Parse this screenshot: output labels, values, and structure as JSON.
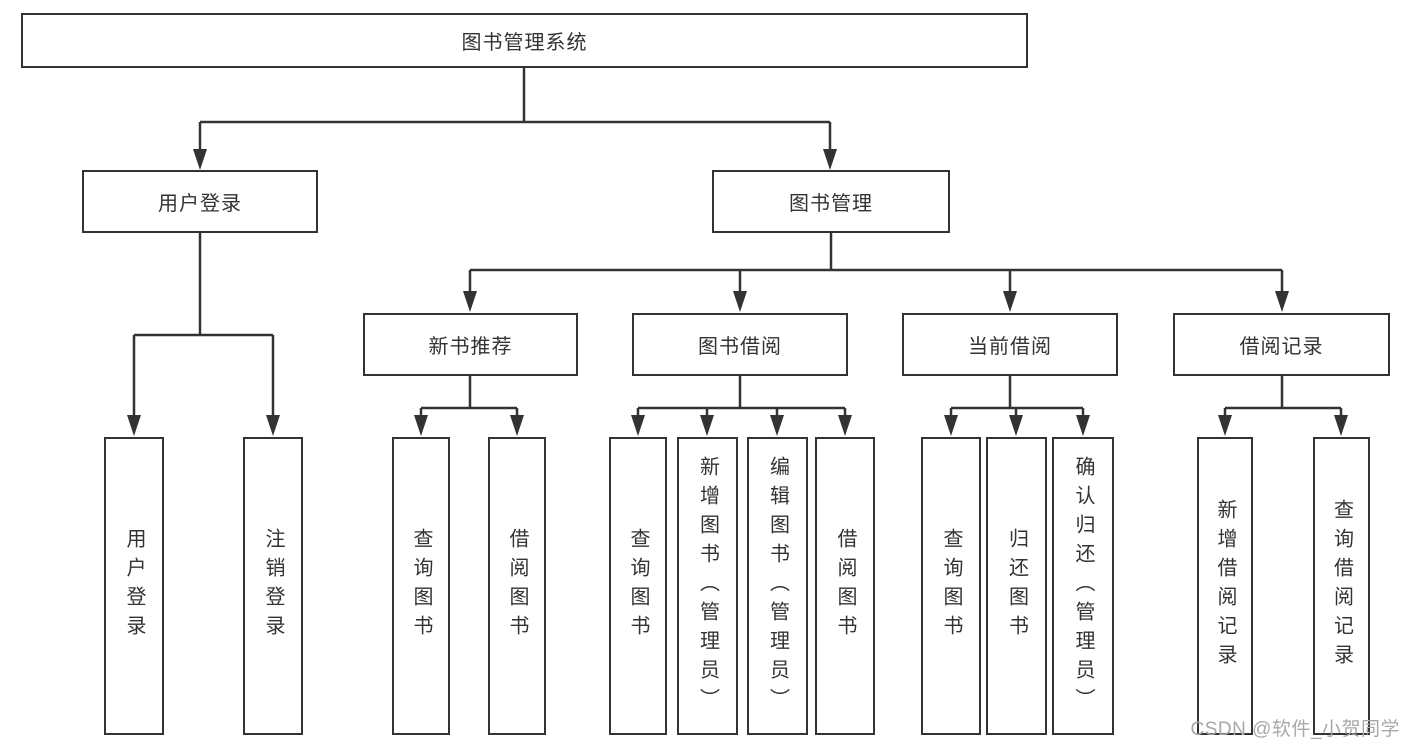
{
  "colors": {
    "line": "#333333",
    "text": "#333333",
    "box_background": "#ffffff",
    "page_background": "#ffffff",
    "watermark": "#a8a8a8"
  },
  "watermark": {
    "text": "CSDN @软件_小贺同学"
  },
  "tree": {
    "root": {
      "label": "图书管理系统"
    },
    "children": [
      {
        "label": "用户登录",
        "children": [
          {
            "label": "用户登录"
          },
          {
            "label": "注销登录"
          }
        ]
      },
      {
        "label": "图书管理",
        "children": [
          {
            "label": "新书推荐",
            "children": [
              {
                "label": "查询图书"
              },
              {
                "label": "借阅图书"
              }
            ]
          },
          {
            "label": "图书借阅",
            "children": [
              {
                "label": "查询图书"
              },
              {
                "label": "新增图书（管理员）"
              },
              {
                "label": "编辑图书（管理员）"
              },
              {
                "label": "借阅图书"
              }
            ]
          },
          {
            "label": "当前借阅",
            "children": [
              {
                "label": "查询图书"
              },
              {
                "label": "归还图书"
              },
              {
                "label": "确认归还（管理员）"
              }
            ]
          },
          {
            "label": "借阅记录",
            "children": [
              {
                "label": "新增借阅记录"
              },
              {
                "label": "查询借阅记录"
              }
            ]
          }
        ]
      }
    ]
  }
}
